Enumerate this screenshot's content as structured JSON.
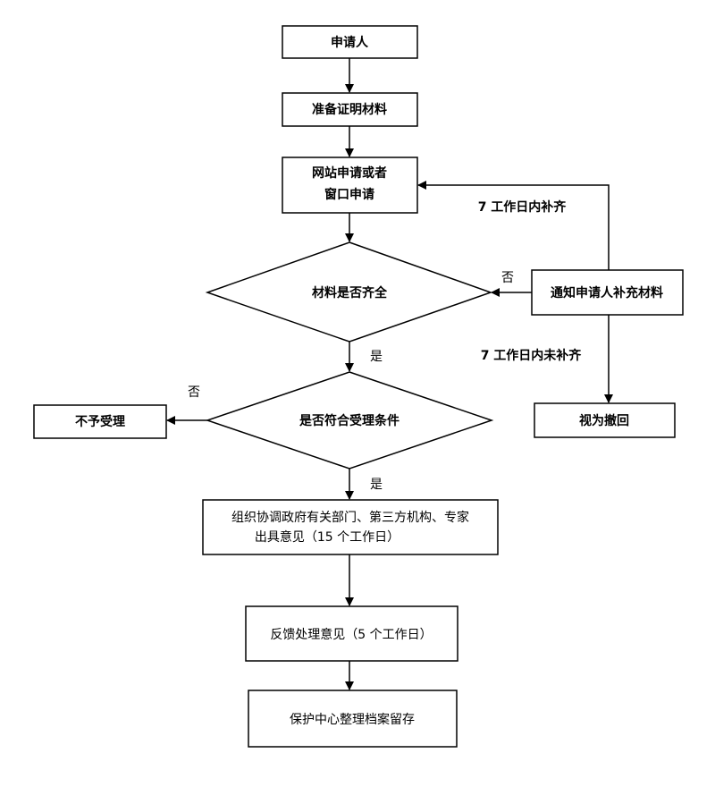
{
  "nodes": {
    "applicant": "申请人",
    "prepare_materials": "准备证明材料",
    "apply_line1": "网站申请或者",
    "apply_line2": "窗口申请",
    "materials_complete": "材料是否齐全",
    "notify_supplement": "通知申请人补充材料",
    "meets_conditions": "是否符合受理条件",
    "reject": "不予受理",
    "withdrawn": "视为撤回",
    "coordinate_line1": "组织协调政府有关部门、第三方机构、专家",
    "coordinate_line2": "出具意见（15 个工作日）",
    "feedback": "反馈处理意见（5 个工作日）",
    "archive": "保护中心整理档案留存"
  },
  "edges": {
    "no_materials": "否",
    "yes_materials": "是",
    "no_conditions": "否",
    "yes_conditions": "是",
    "supplement_within": "7 工作日内补齐",
    "not_supplement_within": "7 工作日内未补齐"
  }
}
